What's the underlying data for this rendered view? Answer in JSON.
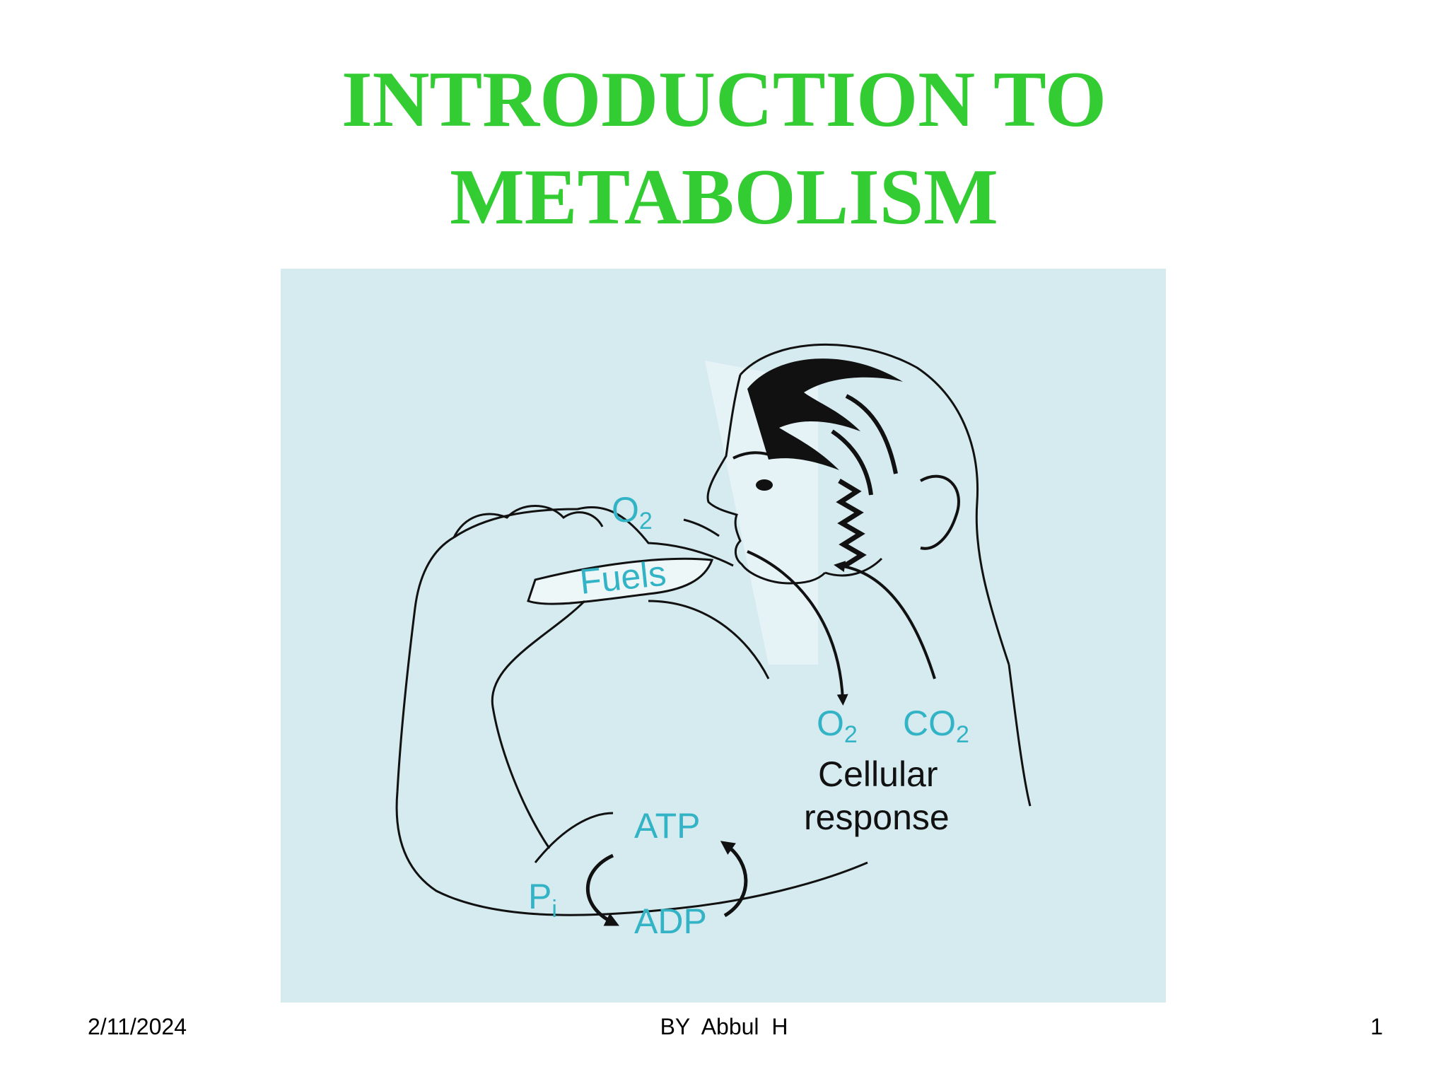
{
  "slide": {
    "title_line1": "INTRODUCTION TO",
    "title_line2": "METABOLISM",
    "title_color": "#33cc33"
  },
  "figure": {
    "background_color": "#d6ebef",
    "label_color": "#33b3c6",
    "labels": {
      "o2_inhaled": "O",
      "o2_inhaled_sub": "2",
      "fuels": "Fuels",
      "o2_cell": "O",
      "o2_cell_sub": "2",
      "co2_cell": "CO",
      "co2_cell_sub": "2",
      "cellular": "Cellular",
      "response": "response",
      "atp": "ATP",
      "adp": "ADP",
      "pi": "P",
      "pi_sub": "i"
    }
  },
  "footer": {
    "date": "2/11/2024",
    "author": "BY  Abbul  H",
    "page": "1"
  }
}
